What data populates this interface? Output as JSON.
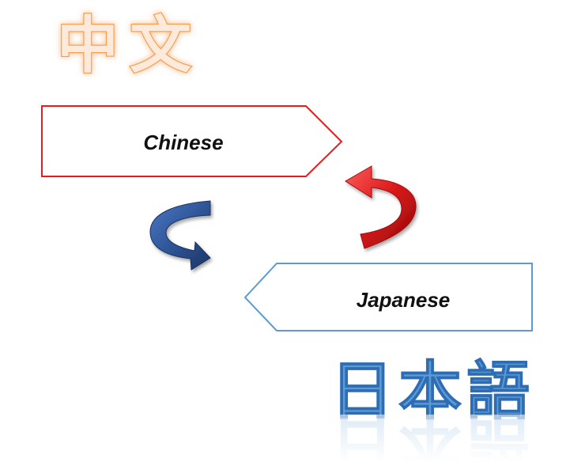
{
  "headings": {
    "chinese_native": "中文",
    "japanese_native": "日本語"
  },
  "boxes": {
    "chinese": {
      "label": "Chinese",
      "border_color": "#e02020"
    },
    "japanese": {
      "label": "Japanese",
      "border_color": "#5b9bd5"
    }
  },
  "arrows": {
    "red_arrow_color": "#d81818",
    "blue_arrow_color": "#2f5597"
  },
  "colors": {
    "orange_heading": "#f39c4d",
    "blue_heading": "#5b9bd5"
  }
}
